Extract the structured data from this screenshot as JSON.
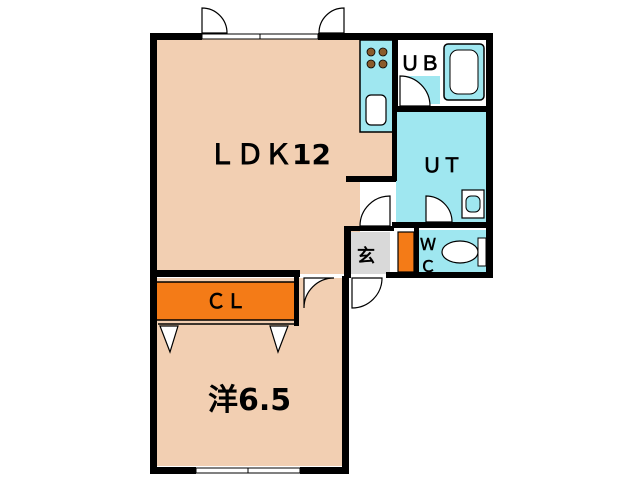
{
  "floor_plan": {
    "rooms": {
      "ldk": {
        "label": "ＬＤＫ12"
      },
      "unit_bath": {
        "label": "ＵＢ"
      },
      "utility": {
        "label": "ＵＴ"
      },
      "toilet": {
        "label_line1": "Ｗ",
        "label_line2": "Ｃ"
      },
      "entrance": {
        "label": "玄"
      },
      "closet": {
        "label": "ＣＬ"
      },
      "western_room": {
        "label": "洋6.5"
      }
    },
    "colors": {
      "room_floor": "#f2cfb2",
      "wet_area": "#9fe7f0",
      "closet": "#f47b17",
      "wall": "#000000",
      "entrance_floor": "#d9d9d9"
    }
  }
}
